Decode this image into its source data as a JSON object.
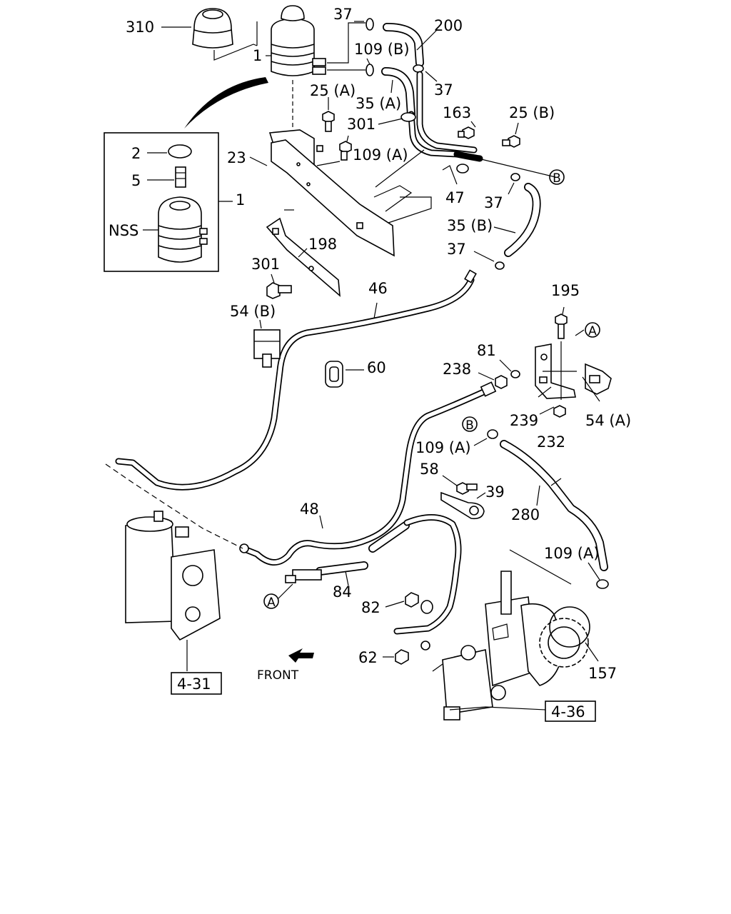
{
  "callouts": {
    "c310": "310",
    "c1_top": "1",
    "c37_a": "37",
    "c200": "200",
    "c109b": "109 (B)",
    "c35a": "35 (A)",
    "c37_b": "37",
    "c25a": "25 (A)",
    "c301_top": "301",
    "c163": "163",
    "c25b": "25 (B)",
    "c2": "2",
    "c5": "5",
    "nss": "NSS",
    "c1_box": "1",
    "c23": "23",
    "c109a_top": "109 (A)",
    "c47": "47",
    "c37_c": "37",
    "c35b": "35 (B)",
    "c37_d": "37",
    "c198": "198",
    "c301_low": "301",
    "c46": "46",
    "c54b": "54 (B)",
    "c60": "60",
    "c195": "195",
    "c81": "81",
    "c238": "238",
    "c239": "239",
    "c54a": "54 (A)",
    "c232": "232",
    "c109a_mid": "109 (A)",
    "c58": "58",
    "c39": "39",
    "c280": "280",
    "c48": "48",
    "c109a_low": "109 (A)",
    "c84": "84",
    "c82": "82",
    "c62": "62",
    "c157": "157",
    "ref431": "4-31",
    "ref436": "4-36",
    "front": "FRONT"
  },
  "markers": {
    "a": "A",
    "b": "B"
  }
}
